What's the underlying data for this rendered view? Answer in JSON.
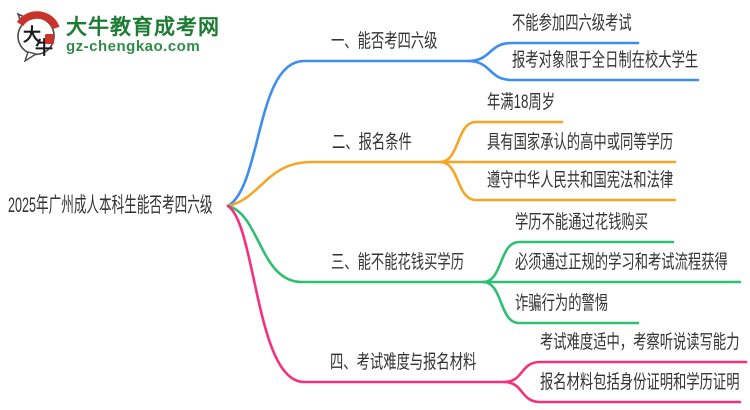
{
  "logo": {
    "title": "大牛教育成考网",
    "domain": "gz-chengkao.com",
    "icon_char_1": "大",
    "icon_char_2": "牛",
    "title_color": "#1e7b33",
    "domain_color": "#2f8c46",
    "seal_color": "#c9342a"
  },
  "central": {
    "title": "2025年广州成人本科生能否考四六级"
  },
  "branches": [
    {
      "label": "一、能否考四六级",
      "color": "#3d8ef0",
      "children": [
        "不能参加四六级考试",
        "报考对象限于全日制在校大学生"
      ]
    },
    {
      "label": "二、报名条件",
      "color": "#f5a623",
      "children": [
        "年满18周岁",
        "具有国家承认的高中或同等学历",
        "遵守中华人民共和国宪法和法律"
      ]
    },
    {
      "label": "三、能不能花钱买学历",
      "color": "#2fbf71",
      "children": [
        "学历不能通过花钱购买",
        "必须通过正规的学习和考试流程获得",
        "诈骗行为的警惕"
      ]
    },
    {
      "label": "四、考试难度与报名材料",
      "color": "#f5317f",
      "children": [
        "考试难度适中，考察听说读写能力",
        "报名材料包括身份证明和学历证明"
      ]
    }
  ]
}
